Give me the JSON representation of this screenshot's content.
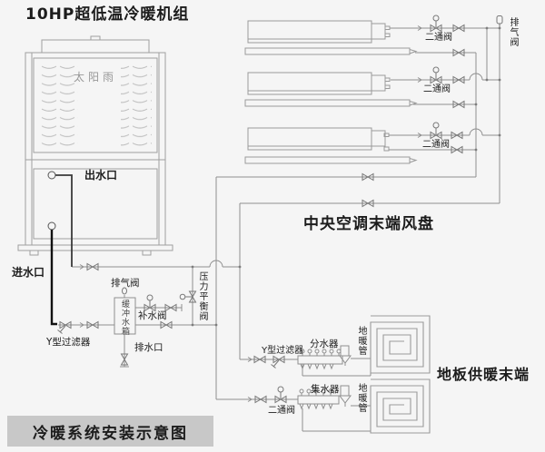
{
  "colors": {
    "background": "#f5f5f5",
    "line_gray": "#8f8f8f",
    "unit_gray": "#a0a0a0",
    "louver_gray": "#bcbcbc",
    "dark_pipe": "#1a1a1a",
    "text": "#1c1c1c",
    "brand_text": "#979797",
    "title_box_bg": "#c8c8c8"
  },
  "unit": {
    "title": "10HP超低温冷暖机组",
    "brand": "太阳雨",
    "outlet_label": "出水口",
    "inlet_label": "进水口"
  },
  "left_circuit": {
    "y_filter": "Y型过滤器",
    "air_vent": "排气阀",
    "buffer_tank": "缓冲水箱",
    "makeup_valve": "补水阀",
    "drain": "排水口",
    "pressure_balance_valve": "压力平衡阀"
  },
  "fan_coil_section": {
    "section_label": "中央空调末端风盘",
    "two_way_valve": "二通阀",
    "air_vent": "排气阀"
  },
  "floor_section": {
    "section_label": "地板供暖末端",
    "y_filter": "Y型过滤器",
    "distributor": "分水器",
    "collector": "集水器",
    "floor_pipe": "地暖管",
    "two_way_valve": "二通阀"
  },
  "footer": {
    "diagram_title": "冷暖系统安装示意图"
  }
}
